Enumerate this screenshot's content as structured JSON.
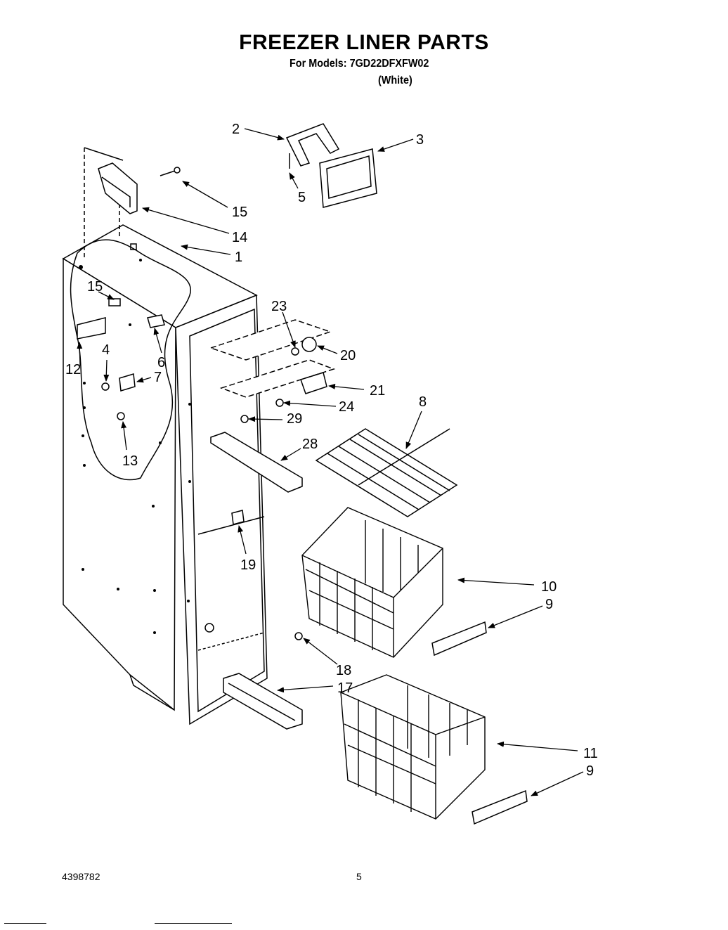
{
  "header": {
    "title": "FREEZER LINER PARTS",
    "models_line": "For Models: 7GD22DFXFW02",
    "color_note": "(White)"
  },
  "callouts": [
    "2",
    "3",
    "5",
    "15",
    "14",
    "1",
    "15",
    "23",
    "20",
    "4",
    "6",
    "12",
    "7",
    "21",
    "24",
    "8",
    "29",
    "28",
    "13",
    "19",
    "10",
    "9",
    "18",
    "17",
    "11",
    "9"
  ],
  "footer": {
    "doc_number": "4398782",
    "page_number": "5"
  }
}
